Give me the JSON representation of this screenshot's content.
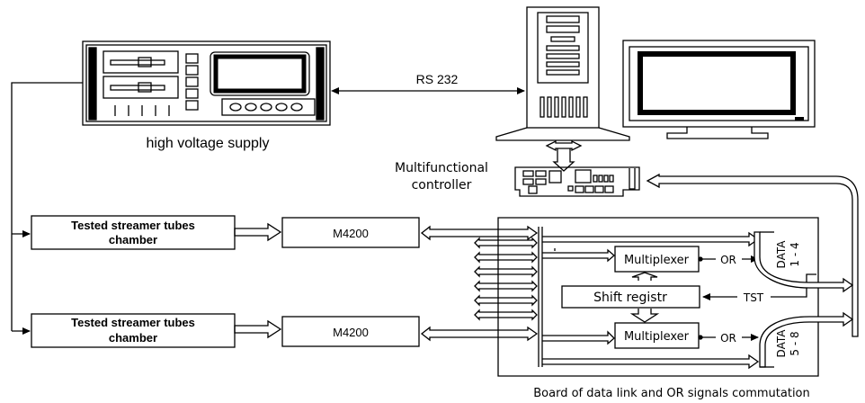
{
  "labels": {
    "hv_supply": "high voltage supply",
    "rs232": "RS 232",
    "mf_controller_line1": "Multifunctional",
    "mf_controller_line2": "controller",
    "chamber1_line1": "Tested streamer tubes",
    "chamber1_line2": "chamber",
    "chamber2_line1": "Tested streamer tubes",
    "chamber2_line2": "chamber",
    "m4200_top": "M4200",
    "m4200_bottom": "M4200",
    "mux_top": "Multiplexer",
    "mux_bottom": "Multiplexer",
    "or_top": "OR",
    "or_bottom": "OR",
    "shift_register": "Shift registr",
    "tst": "TST",
    "data_top_line1": "DATA",
    "data_top_line2": "1 - 4",
    "data_bottom_line1": "DATA",
    "data_bottom_line2": "5 - 8",
    "board_caption": "Board of data link and OR signals commutation"
  }
}
